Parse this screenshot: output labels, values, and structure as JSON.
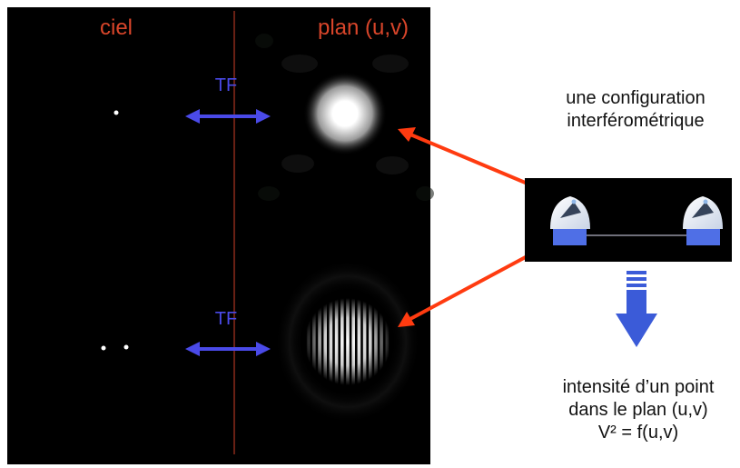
{
  "headers": {
    "sky": "ciel",
    "uv_plane": "plan (u,v)"
  },
  "transform_labels": {
    "top": "TF",
    "bottom": "TF"
  },
  "configuration_caption": {
    "line1": "une configuration",
    "line2": "interférométrique"
  },
  "result_caption": {
    "line1": "intensité d’un point",
    "line2": "dans le plan (u,v)",
    "line3": "V² = f(u,v)"
  },
  "colors": {
    "panel_background": "#000000",
    "header_text": "#d8452a",
    "transform_arrow": "#4a4ae8",
    "pointer_arrow": "#ff3b10",
    "down_arrow": "#3b5bd8",
    "divider": "#8a2a1a",
    "telescope_base": "#4f6fe6"
  },
  "icons": {
    "sky_sources": "star-dot",
    "transform": "double-headed-arrow",
    "pointer": "red-arrow",
    "flow": "down-arrow",
    "telescope": "telescope-dome-icon"
  }
}
